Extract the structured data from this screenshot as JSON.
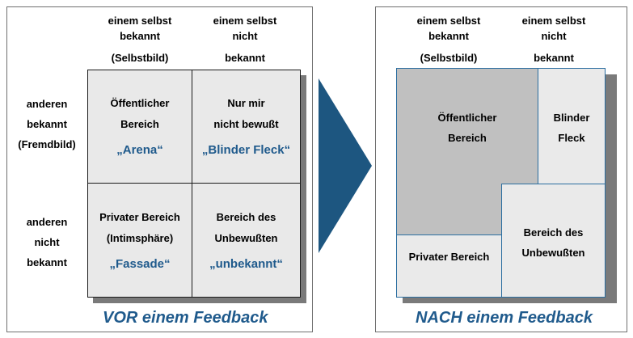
{
  "before": {
    "col_headers": [
      {
        "lines": [
          "einem selbst",
          "bekannt",
          "(Selbstbild)"
        ]
      },
      {
        "lines": [
          "einem selbst",
          "nicht",
          "bekannt"
        ]
      }
    ],
    "row_headers": [
      {
        "lines": [
          "anderen",
          "bekannt",
          "(Fremdbild)"
        ]
      },
      {
        "lines": [
          "anderen",
          "nicht",
          "bekannt"
        ]
      }
    ],
    "cells": [
      {
        "lines": [
          "Öffentlicher",
          "Bereich"
        ],
        "quote": "„Arena“"
      },
      {
        "lines": [
          "Nur mir",
          "nicht bewußt"
        ],
        "quote": "„Blinder Fleck“"
      },
      {
        "lines": [
          "Privater Bereich",
          "(Intimsphäre)"
        ],
        "quote": "„Fassade“"
      },
      {
        "lines": [
          "Bereich des",
          "Unbewußten"
        ],
        "quote": "„unbekannt“"
      }
    ],
    "caption": "VOR einem Feedback"
  },
  "after": {
    "col_headers": [
      {
        "lines": [
          "einem selbst",
          "bekannt",
          "(Selbstbild)"
        ]
      },
      {
        "lines": [
          "einem selbst",
          "nicht",
          "bekannt"
        ]
      }
    ],
    "cells": {
      "public": [
        "Öffentlicher",
        "Bereich"
      ],
      "blind": [
        "Blinder",
        "Fleck"
      ],
      "private": [
        "Privater Bereich"
      ],
      "unknown": [
        "Bereich des",
        "Unbewußten"
      ]
    },
    "caption": "NACH einem Feedback"
  },
  "colors": {
    "accent": "#1f5a8c",
    "arrow": "#1d5680",
    "cell_fill": "#e9e9e9",
    "public_after_fill": "#c0c0c0",
    "shadow": "#7a7a7a"
  }
}
